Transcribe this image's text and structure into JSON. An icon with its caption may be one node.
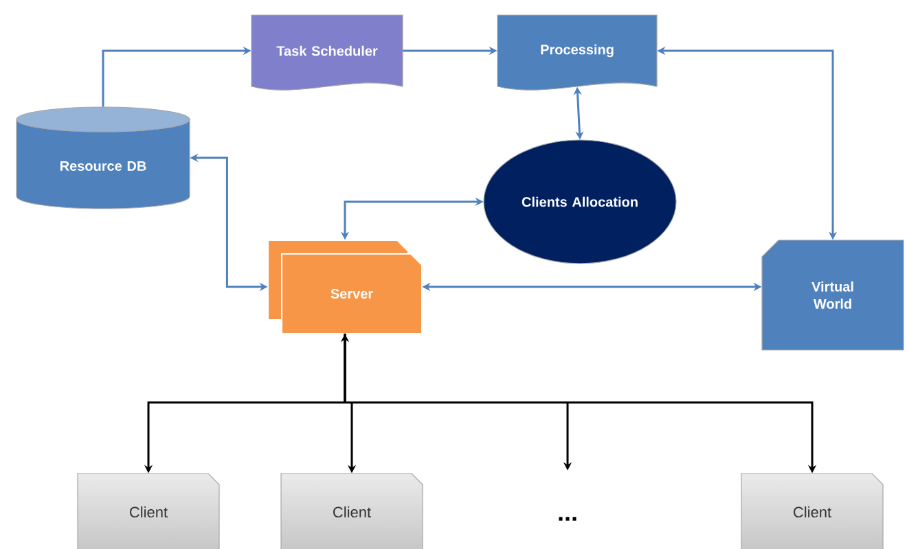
{
  "diagram": {
    "nodes": [
      {
        "text": [
          "Task Scheduler"
        ]
      },
      {
        "text": [
          "Processing"
        ]
      },
      {
        "text": [
          "Resource DB"
        ]
      },
      {
        "text": [
          "Clients Allocation"
        ]
      },
      {
        "text": [
          "Server"
        ]
      },
      {
        "text": [
          "Virtual World"
        ]
      },
      {
        "text": [
          "Client"
        ]
      },
      {
        "text": [
          "Client"
        ]
      },
      {
        "text": [
          "..."
        ]
      },
      {
        "text": [
          "Client"
        ]
      }
    ],
    "edges": [
      {
        "from": 2,
        "to": 0,
        "arrow": "to"
      },
      {
        "from": 0,
        "to": 1,
        "arrow": "to"
      },
      {
        "from": 1,
        "to": 5,
        "arrow": "both"
      },
      {
        "from": 1,
        "to": 3,
        "arrow": "both"
      },
      {
        "from": 3,
        "to": 4,
        "arrow": "both"
      },
      {
        "from": 2,
        "to": 4,
        "arrow": "both"
      },
      {
        "from": 4,
        "to": 5,
        "arrow": "both"
      },
      {
        "from": 4,
        "to": 6,
        "arrow": "to",
        "color": "#000000"
      },
      {
        "from": 4,
        "to": 7,
        "arrow": "both",
        "color": "#000000"
      },
      {
        "from": 4,
        "to": 8,
        "arrow": "to",
        "color": "#000000"
      },
      {
        "from": 4,
        "to": 9,
        "arrow": "to",
        "color": "#000000"
      }
    ]
  }
}
